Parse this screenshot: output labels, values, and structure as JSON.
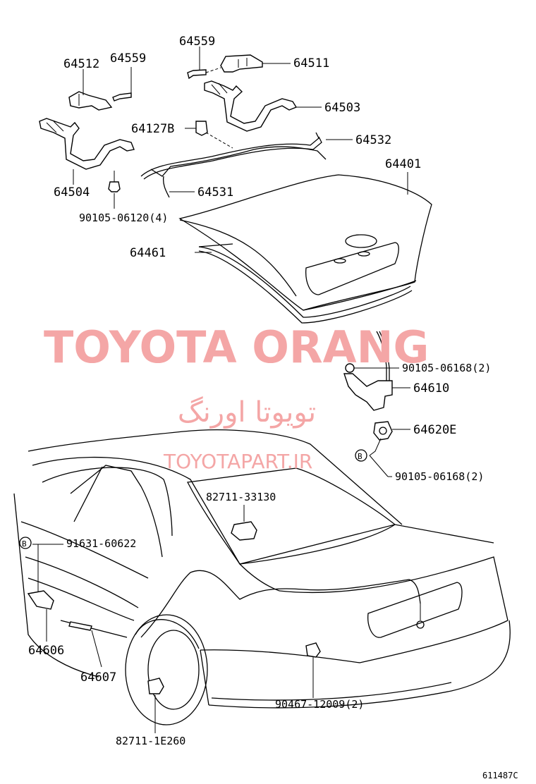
{
  "labels": {
    "p64559_top": "64559",
    "p64511": "64511",
    "p64512": "64512",
    "p64559_left": "64559",
    "p64503": "64503",
    "p64127B": "64127B",
    "p64532": "64532",
    "p64401": "64401",
    "p64504": "64504",
    "p64531": "64531",
    "p90105_06120": "90105-06120(4)",
    "p64461": "64461",
    "p90105_06168_a": "90105-06168(2)",
    "p64610": "64610",
    "p64620E": "64620E",
    "p90105_06168_b": "90105-06168(2)",
    "p82711_33130": "82711-33130",
    "p91631_60622": "91631-60622",
    "p64606": "64606",
    "p64607": "64607",
    "p90467_12009": "90467-12009(2)",
    "p82711_1E260": "82711-1E260",
    "ref_B_right": "B",
    "ref_B_left": "B"
  },
  "watermark": {
    "brand": "TOYOTA ORANG",
    "persian": "تویوتا اورنگ",
    "url": "TOYOTAPART.IR",
    "color": "#f4a6a6"
  },
  "figure_code": "611487C"
}
